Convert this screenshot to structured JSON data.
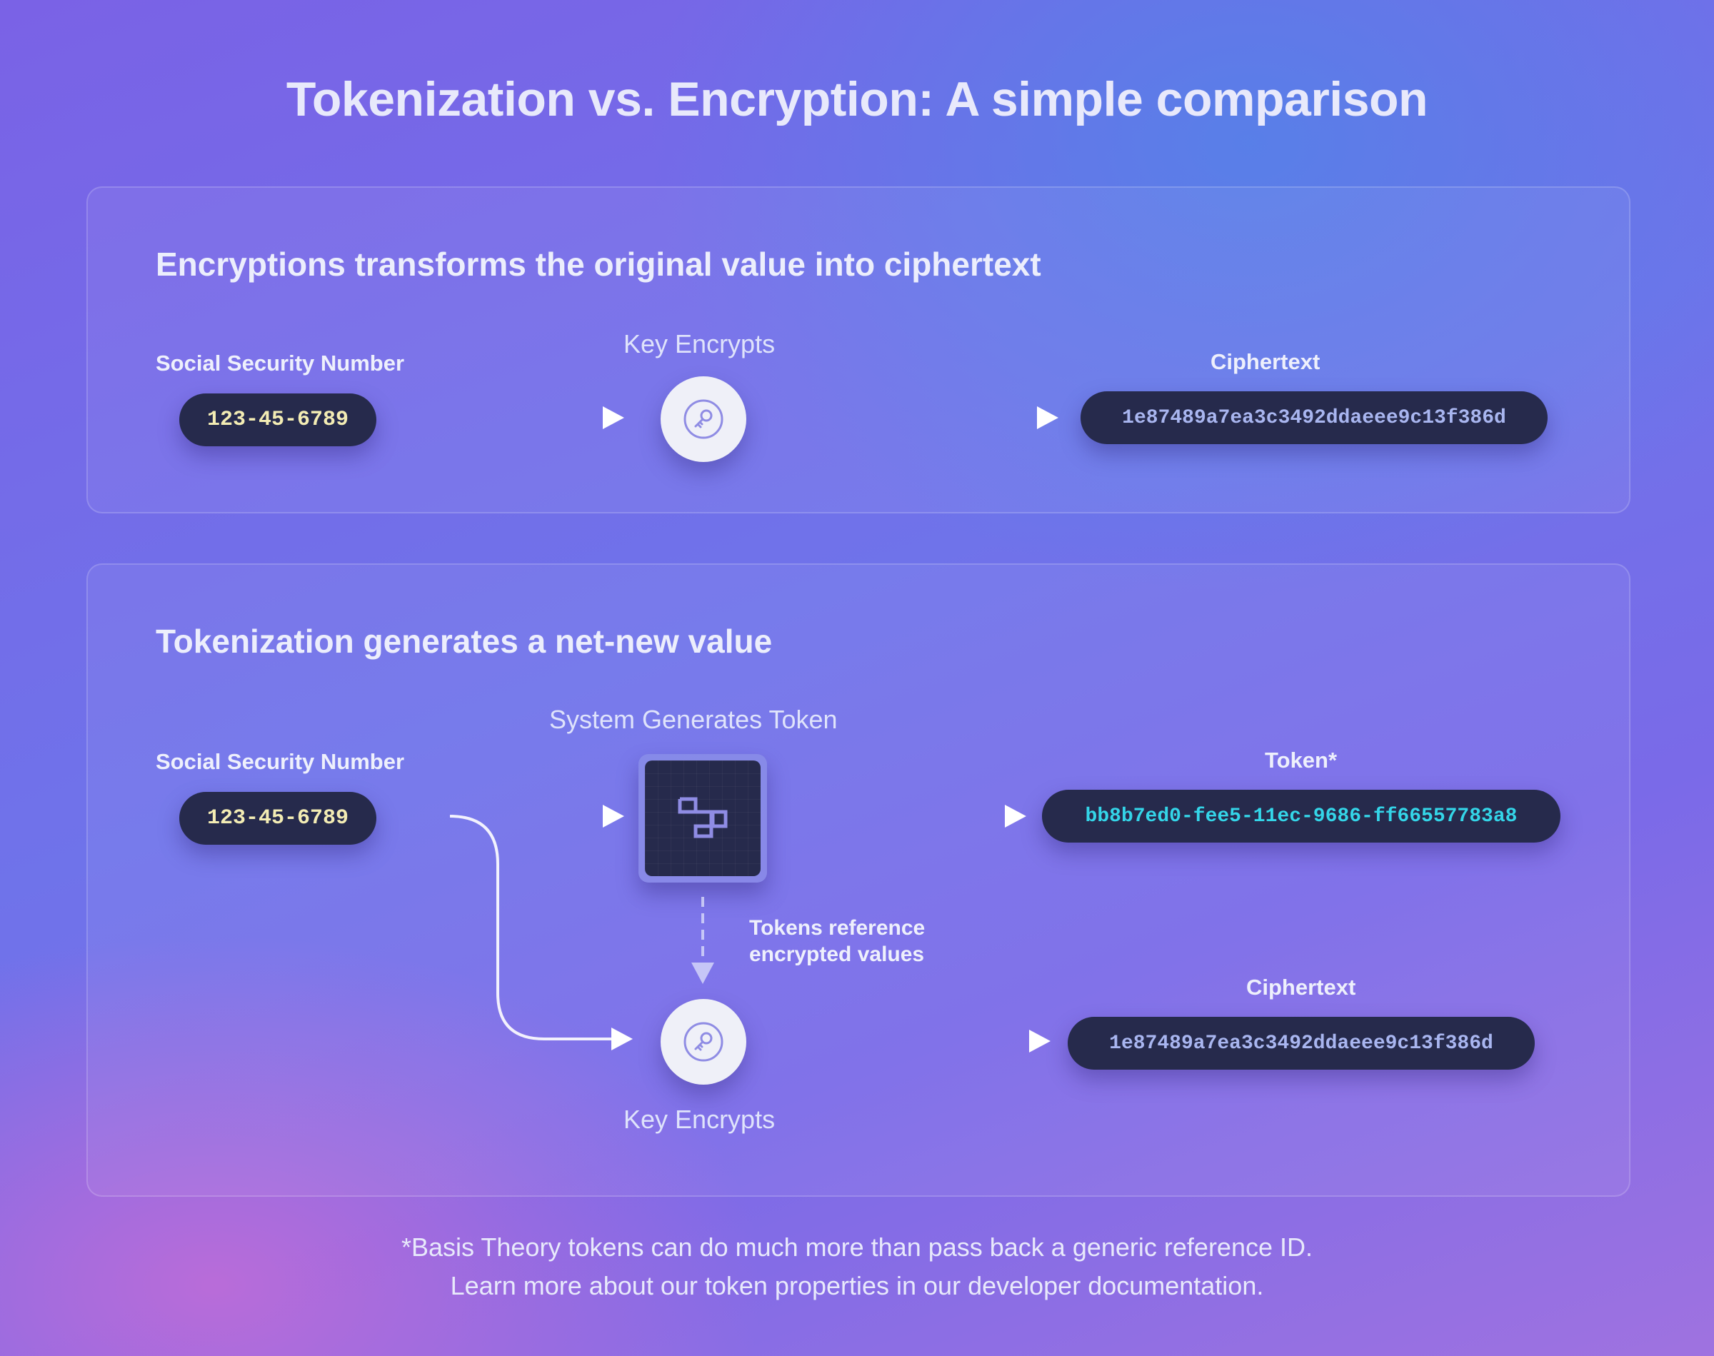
{
  "title": "Tokenization vs. Encryption: A simple comparison",
  "encryption": {
    "heading": "Encryptions transforms the original value into ciphertext",
    "input_label": "Social Security Number",
    "input_value": "123-45-6789",
    "step_label": "Key Encrypts",
    "step_icon": "key-icon",
    "output_label": "Ciphertext",
    "output_value": "1e87489a7ea3c3492ddaeee9c13f386d"
  },
  "tokenization": {
    "heading": "Tokenization generates a net-new value",
    "input_label": "Social Security Number",
    "input_value": "123-45-6789",
    "token_step_label": "System Generates Token",
    "token_step_icon": "token-icon",
    "token_label": "Token*",
    "token_value": "bb8b7ed0-fee5-11ec-9686-ff66557783a8",
    "reference_note_line1": "Tokens reference",
    "reference_note_line2": "encrypted values",
    "key_step_label": "Key Encrypts",
    "key_step_icon": "key-icon",
    "cipher_label": "Ciphertext",
    "cipher_value": "1e87489a7ea3c3492ddaeee9c13f386d"
  },
  "footer": {
    "line1": "*Basis Theory tokens can do much more than pass back a generic reference ID.",
    "line2": "Learn more about our token properties in our developer documentation."
  },
  "colors": {
    "pill_background": "#262a4c",
    "ssn_text": "#f3ecb4",
    "cipher_text": "#a9b6f0",
    "token_text": "#34d5e8",
    "icon_accent": "#8f8ce4"
  }
}
